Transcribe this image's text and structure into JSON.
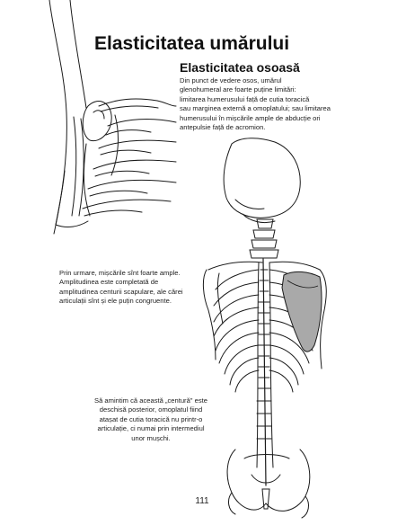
{
  "page": {
    "title": "Elasticitatea umărului",
    "subtitle": "Elasticitatea osoasă",
    "paragraph_1": "Din punct de vedere osos, umărul\nglenohumeral are foarte puține limitări:\nlimitarea humerusului față de cutia toracică\nsau marginea externă a omoplatului; sau limitarea\nhumerusului în mișcările ample de abducție ori\nantepulsie față de acromion.",
    "paragraph_2": "Prin urmare, mișcările sînt foarte ample.\nAmplitudinea este completată de\namplitudinea centurii scapulare, ale cărei\narticulații sînt și ele puțin congruente.",
    "paragraph_3": "Să amintim că această „centură\" este\ndeschisă posterior, omoplatul fiind\natașat de cutia toracică nu printr-o\narticulație, ci numai prin intermediul\nunor mușchi.",
    "page_number": "111"
  },
  "colors": {
    "text": "#111111",
    "line_art": "#1a1a1a",
    "scapula_highlight": "#a9a9a9"
  },
  "illustrations": {
    "shoulder_detail": "ribcage-shoulder-line-drawing",
    "skeleton_back": "posterior-skeleton-skull-spine-ribcage-pelvis"
  }
}
